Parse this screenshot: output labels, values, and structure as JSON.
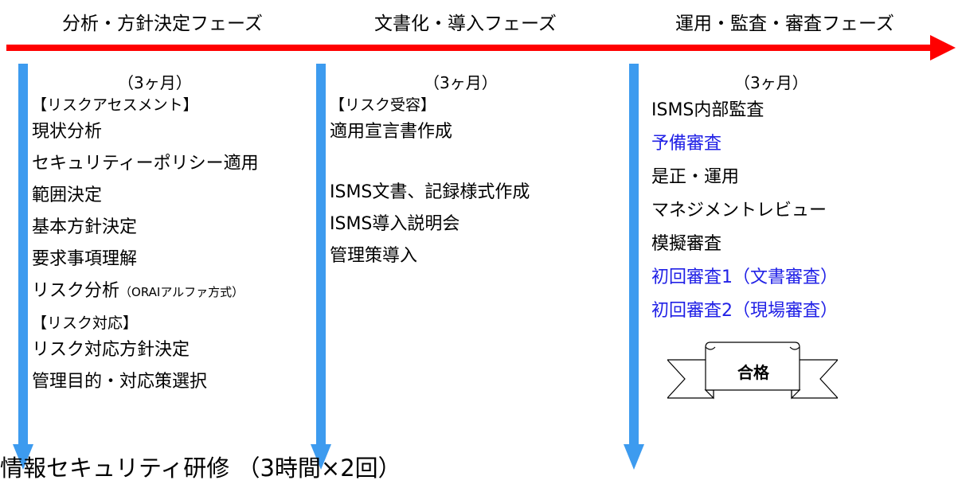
{
  "phases": [
    {
      "title": "分析・方針決定フェーズ",
      "duration": "（3ヶ月）",
      "rows": [
        {
          "kind": "header",
          "text": "【リスクアセスメント】"
        },
        {
          "kind": "item",
          "text": "現状分析"
        },
        {
          "kind": "item",
          "text": "セキュリティーポリシー適用"
        },
        {
          "kind": "item",
          "text": "範囲決定"
        },
        {
          "kind": "item",
          "text": "基本方針決定"
        },
        {
          "kind": "item",
          "text": "要求事項理解"
        },
        {
          "kind": "item",
          "text": "リスク分析",
          "small": "（ORAIアルファ方式）"
        },
        {
          "kind": "spacer-sm"
        },
        {
          "kind": "header",
          "text": "【リスク対応】"
        },
        {
          "kind": "item",
          "text": "リスク対応方針決定"
        },
        {
          "kind": "item",
          "text": "管理目的・対応策選択"
        }
      ]
    },
    {
      "title": "文書化・導入フェーズ",
      "duration": "（3ヶ月）",
      "rows": [
        {
          "kind": "header",
          "text": "【リスク受容】"
        },
        {
          "kind": "item",
          "text": "適用宣言書作成"
        },
        {
          "kind": "spacer-md"
        },
        {
          "kind": "item",
          "text": "ISMS文書、記録様式作成"
        },
        {
          "kind": "item",
          "text": "ISMS導入説明会"
        },
        {
          "kind": "item",
          "text": "管理策導入"
        }
      ]
    },
    {
      "title": "運用・監査・審査フェーズ",
      "duration": "（3ヶ月）",
      "rows": [
        {
          "kind": "item",
          "text": "ISMS内部監査"
        },
        {
          "kind": "item",
          "text": "予備審査",
          "color": "blue"
        },
        {
          "kind": "item",
          "text": "是正・運用"
        },
        {
          "kind": "item",
          "text": "マネジメントレビュー"
        },
        {
          "kind": "item",
          "text": "模擬審査"
        },
        {
          "kind": "item",
          "text": "初回審査1（文書審査）",
          "color": "blue"
        },
        {
          "kind": "item",
          "text": "初回審査2（現場審査）",
          "color": "blue"
        }
      ]
    }
  ],
  "ribbon_label": "合格",
  "bottom_text": "情報セキュリティ研修 （3時間×2回）",
  "colors": {
    "timeline_arrow": "#ff0000",
    "phase_arrow": "#3d9bef",
    "blue_text": "#2121e6"
  }
}
